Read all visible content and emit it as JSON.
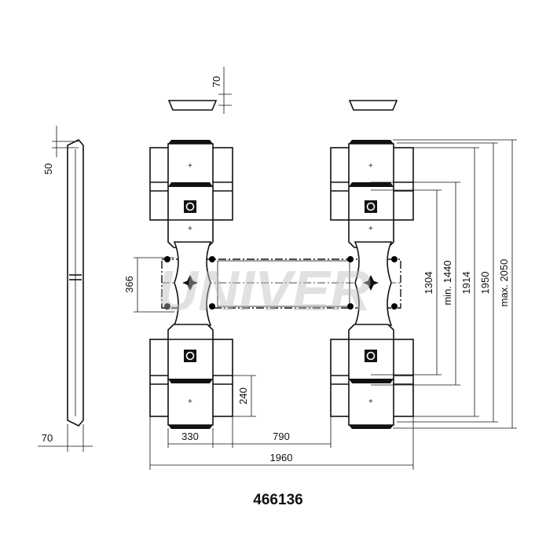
{
  "drawing_number": "466136",
  "watermark": "UNIVER",
  "dimensions": {
    "pad_height_top": "70",
    "side_offset": "50",
    "side_width": "70",
    "beam_width": "366",
    "pad_depth": "240",
    "pad_width": "330",
    "inner_gap": "790",
    "overall_width": "1960",
    "d1304": "1304",
    "min_1440": "min. 1440",
    "d1914": "1914",
    "d1950": "1950",
    "max_2050": "max. 2050"
  }
}
